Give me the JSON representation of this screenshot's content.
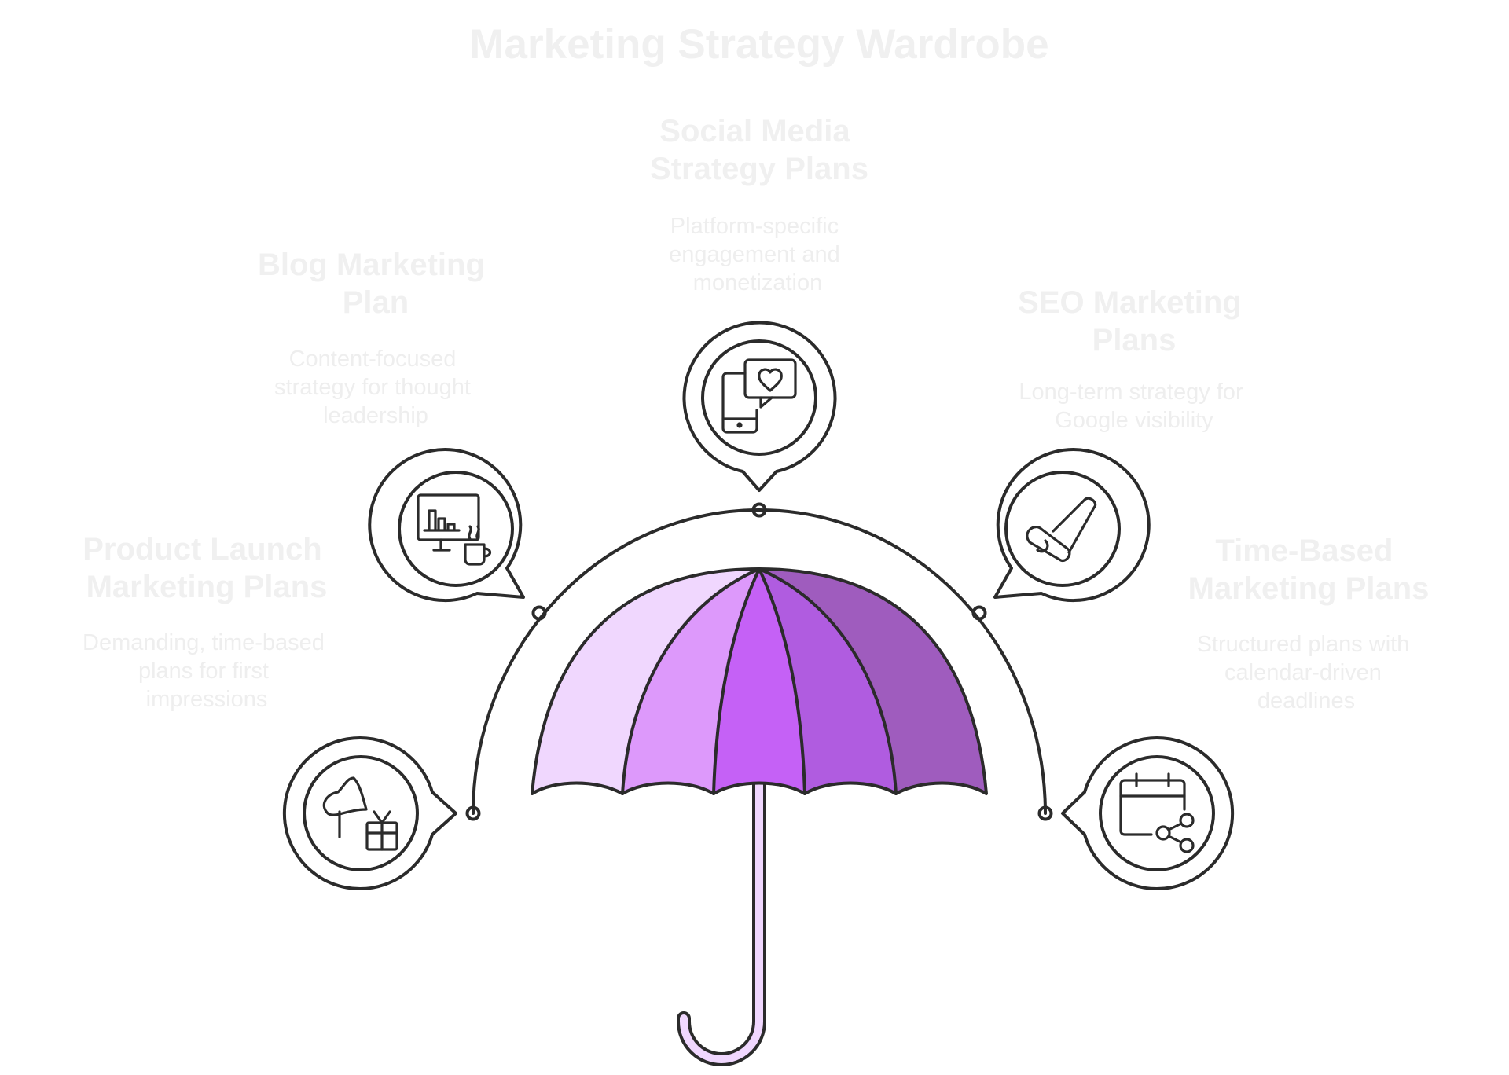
{
  "title": "Marketing Strategy Wardrobe",
  "colors": {
    "lightest": "#f0d7fe",
    "light": "#dd99fb",
    "mid": "#c561f6",
    "deep": "#b05ce0",
    "darkest": "#9f5cbe",
    "outline": "#2b2b2b",
    "text": "#f0f0f0"
  },
  "items": [
    {
      "id": "product-launch",
      "title_lines": [
        "Product Launch",
        "Marketing Plans"
      ],
      "desc_lines": [
        "Demanding, time-based",
        "plans for first",
        "impressions"
      ],
      "icon": "pushpin-gift-icon",
      "color": "#f0d7fe"
    },
    {
      "id": "blog",
      "title_lines": [
        "Blog Marketing",
        "Plan"
      ],
      "desc_lines": [
        "Content-focused",
        "strategy for thought",
        "leadership"
      ],
      "icon": "monitor-chart-coffee-icon",
      "color": "#dd99fb"
    },
    {
      "id": "social-media",
      "title_lines": [
        "Social Media",
        "Strategy Plans"
      ],
      "desc_lines": [
        "Platform-specific",
        "engagement and",
        "monetization"
      ],
      "icon": "phone-heart-icon",
      "color": "#c561f6"
    },
    {
      "id": "seo",
      "title_lines": [
        "SEO Marketing",
        "Plans"
      ],
      "desc_lines": [
        "Long-term strategy for",
        "Google visibility"
      ],
      "icon": "scroll-pen-icon",
      "color": "#b05ce0"
    },
    {
      "id": "time-based",
      "title_lines": [
        "Time-Based",
        "Marketing Plans"
      ],
      "desc_lines": [
        "Structured plans with",
        "calendar-driven",
        "deadlines"
      ],
      "icon": "calendar-share-icon",
      "color": "#9f5cbe"
    }
  ]
}
